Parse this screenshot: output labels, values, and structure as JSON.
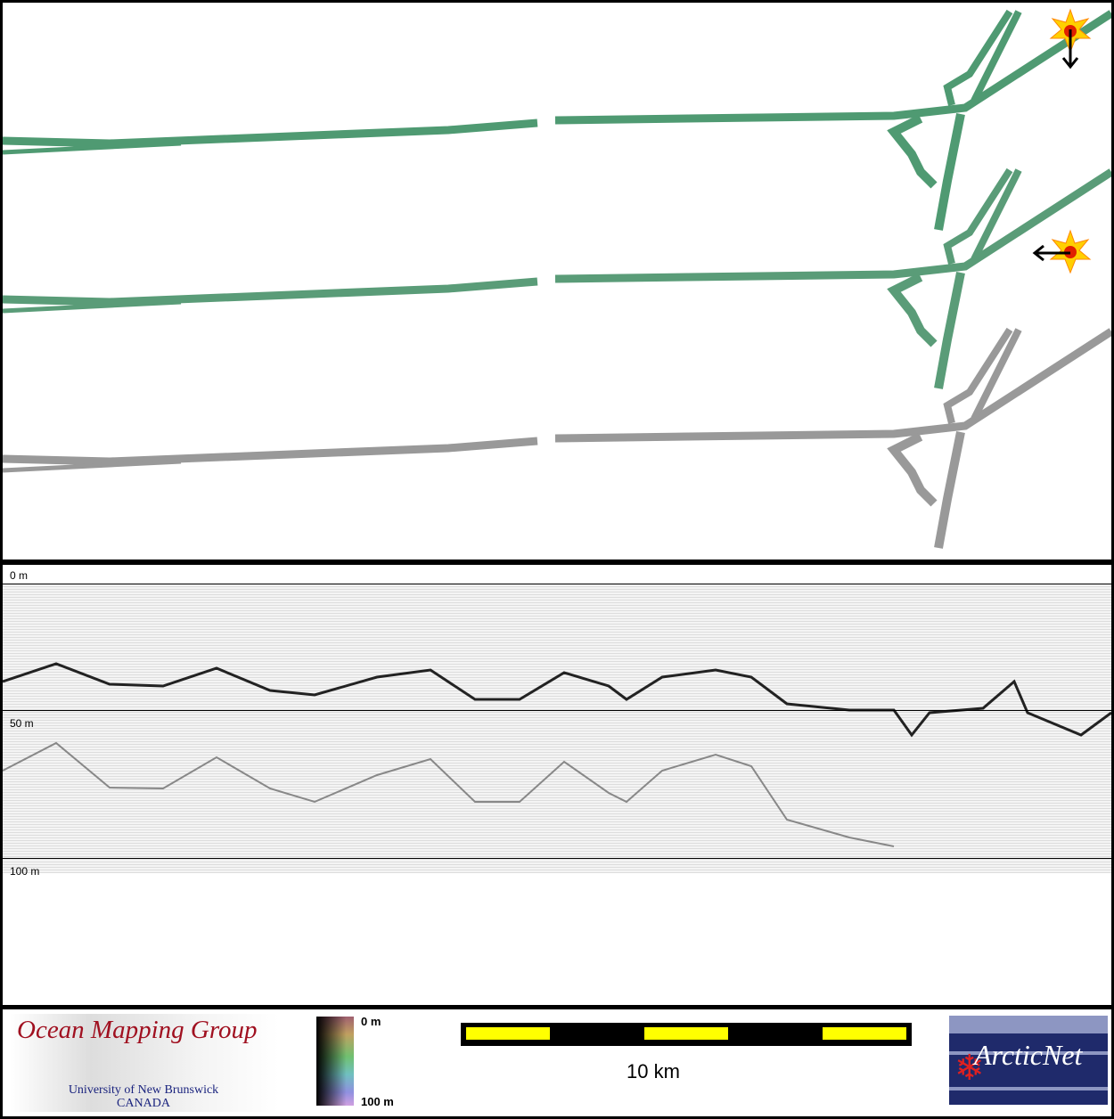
{
  "profile": {
    "depth_labels": [
      "0 m",
      "50 m",
      "100 m"
    ]
  },
  "legend": {
    "logo_left_title": "Ocean Mapping Group",
    "logo_left_sub1": "University of New Brunswick",
    "logo_left_sub2": "CANADA",
    "colorbar_top": "0 m",
    "colorbar_bottom": "100 m",
    "scale_label": "10 km",
    "logo_right": "ArcticNet"
  },
  "colors": {
    "swath_green": "#4f9a72",
    "scale_yellow": "#ffff00"
  }
}
